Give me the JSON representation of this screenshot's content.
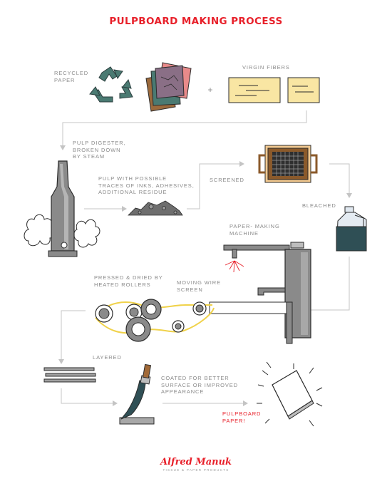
{
  "title": "PULPBOARD MAKING PROCESS",
  "labels": {
    "recycled_paper": [
      "RECYCLED",
      "PAPER"
    ],
    "plus": "+",
    "virgin_fibers": "VIRGIN FIBERS",
    "pulp_digester": [
      "PULP DIGESTER,",
      "BROKEN DOWN",
      "BY STEAM"
    ],
    "pulp_traces": [
      "PULP WITH POSSIBLE",
      "TRACES OF INKS, ADHESIVES,",
      "ADDITIONAL RESIDUE"
    ],
    "screened": "SCREENED",
    "bleached": "BLEACHED",
    "paper_machine": [
      "PAPER- MAKING",
      "MACHINE"
    ],
    "pressed_dried": [
      "PRESSED & DRIED BY",
      "HEATED ROLLERS"
    ],
    "moving_wire": [
      "MOVING WIRE",
      "SCREEN"
    ],
    "layered": "LAYERED",
    "coated": [
      "COATED FOR BETTER",
      "SURFACE OR IMPROVED",
      "APPEARANCE"
    ],
    "final": [
      "PULPBOARD",
      "PAPER!"
    ]
  },
  "logo": {
    "name": "Alfred Manuk",
    "tagline": "TISSUE & PAPER PRODUCTS"
  },
  "colors": {
    "accent": "#e8202a",
    "teal": "#4a7a72",
    "dark_teal": "#2f4f4f",
    "yellow": "#f9e6a3",
    "gray": "#888888",
    "brown": "#8b5a2b"
  },
  "icons": [
    "recycle-icon",
    "paper-stack-icon",
    "fiber-sheet-icon",
    "digester-icon",
    "pulp-pile-icon",
    "screen-tray-icon",
    "bleach-bottle-icon",
    "paper-machine-icon",
    "roller-icon",
    "layers-icon",
    "brush-icon",
    "paper-sheet-icon"
  ]
}
